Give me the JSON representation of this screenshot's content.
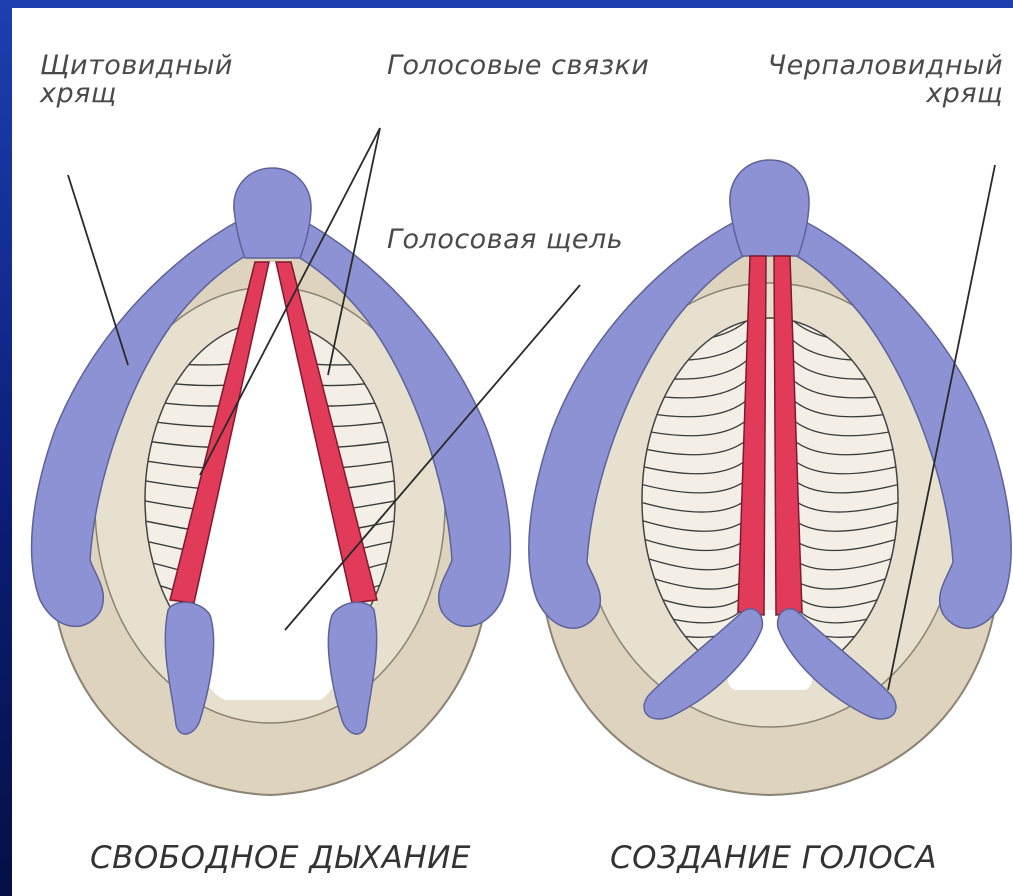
{
  "labels": {
    "thyroid_cartilage_line1": "Щитовидный",
    "thyroid_cartilage_line2": "хрящ",
    "vocal_cords": "Голосовые связки",
    "arytenoid_cartilage_line1": "Черпаловидный",
    "arytenoid_cartilage_line2": "хрящ",
    "glottis": "Голосовая щель"
  },
  "captions": {
    "left": "СВОБОДНОЕ ДЫХАНИЕ",
    "right": "СОЗДАНИЕ ГОЛОСА"
  },
  "colors": {
    "frame": "#0b1e78",
    "tissue": "#ded3bf",
    "cartilage": "#8c92d3",
    "cord": "#e23a59",
    "muscle_line": "#3a3a3a",
    "leader_line": "#2a2a2a"
  }
}
